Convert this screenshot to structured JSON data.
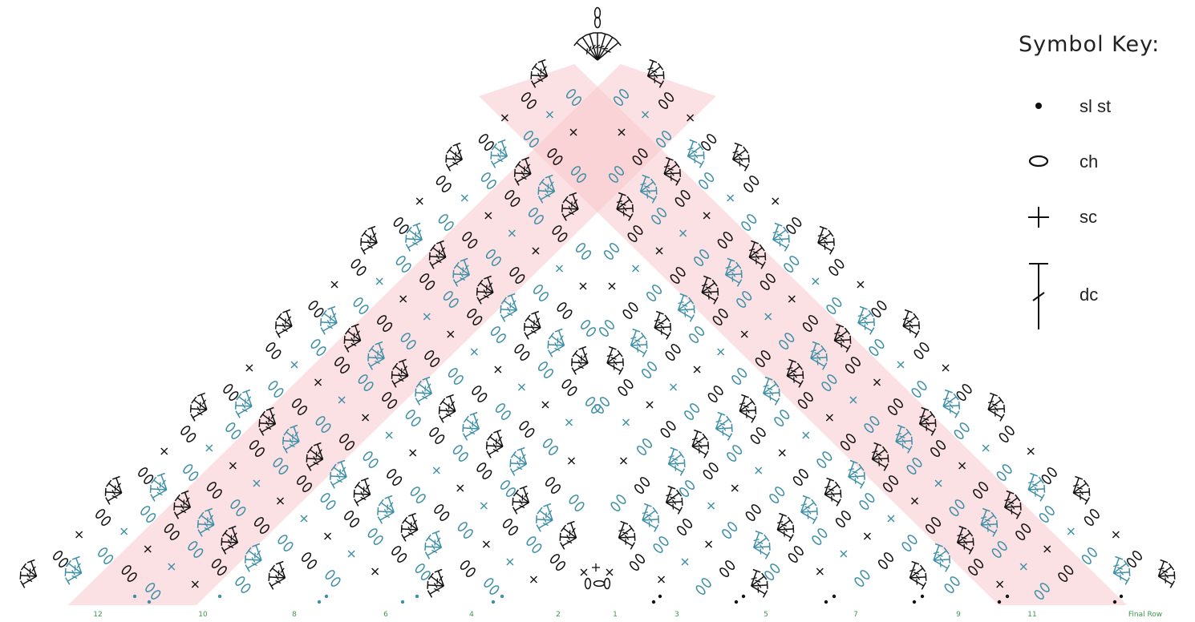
{
  "legend": {
    "title": "Symbol Key:",
    "items": [
      {
        "icon": "slip-stitch-dot-icon",
        "label": "sl st"
      },
      {
        "icon": "chain-oval-icon",
        "label": "ch"
      },
      {
        "icon": "single-crochet-plus-icon",
        "label": "sc"
      },
      {
        "icon": "double-crochet-icon",
        "label": "dc"
      }
    ]
  },
  "row_labels": [
    "12",
    "10",
    "8",
    "6",
    "4",
    "2",
    "1",
    "3",
    "5",
    "7",
    "9",
    "11",
    "Final Row"
  ],
  "colors": {
    "black_rows": "#111111",
    "teal_rows": "#3d8fa6",
    "highlight_band": "#f7c9cc",
    "row_number": "#3a9a4a"
  }
}
